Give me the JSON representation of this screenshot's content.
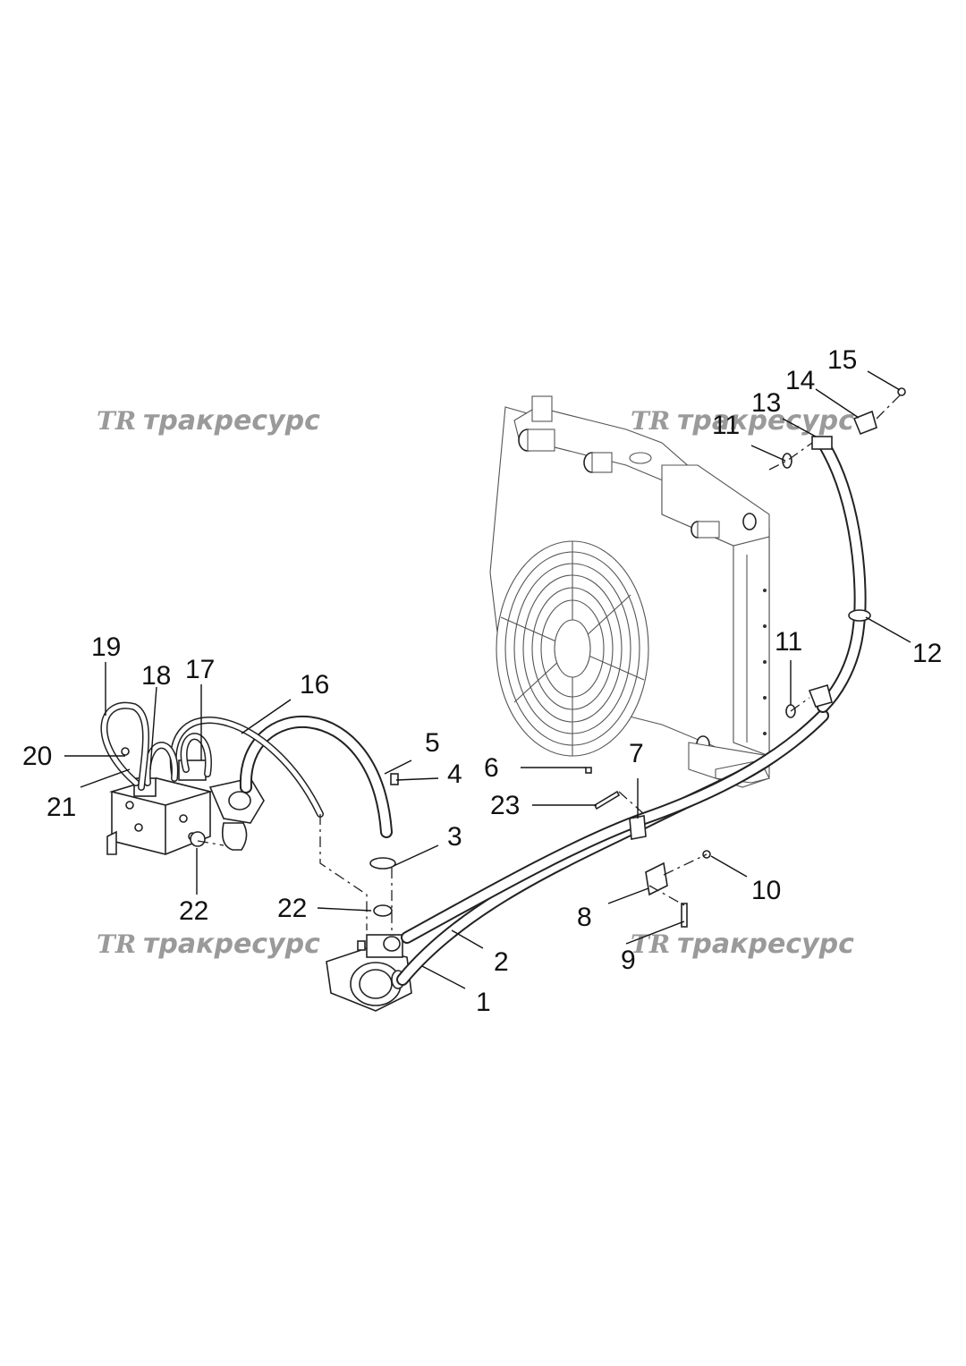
{
  "watermarks": [
    {
      "logo": "TR",
      "text": "тракресурс"
    },
    {
      "logo": "TR",
      "text": "тракресурс"
    },
    {
      "logo": "TR",
      "text": "тракресурс"
    },
    {
      "logo": "TR",
      "text": "тракресурс"
    }
  ],
  "callouts": [
    "1",
    "2",
    "3",
    "4",
    "5",
    "6",
    "7",
    "8",
    "9",
    "10",
    "11",
    "11",
    "12",
    "13",
    "14",
    "15",
    "16",
    "17",
    "18",
    "19",
    "20",
    "21",
    "22",
    "22",
    "23"
  ]
}
